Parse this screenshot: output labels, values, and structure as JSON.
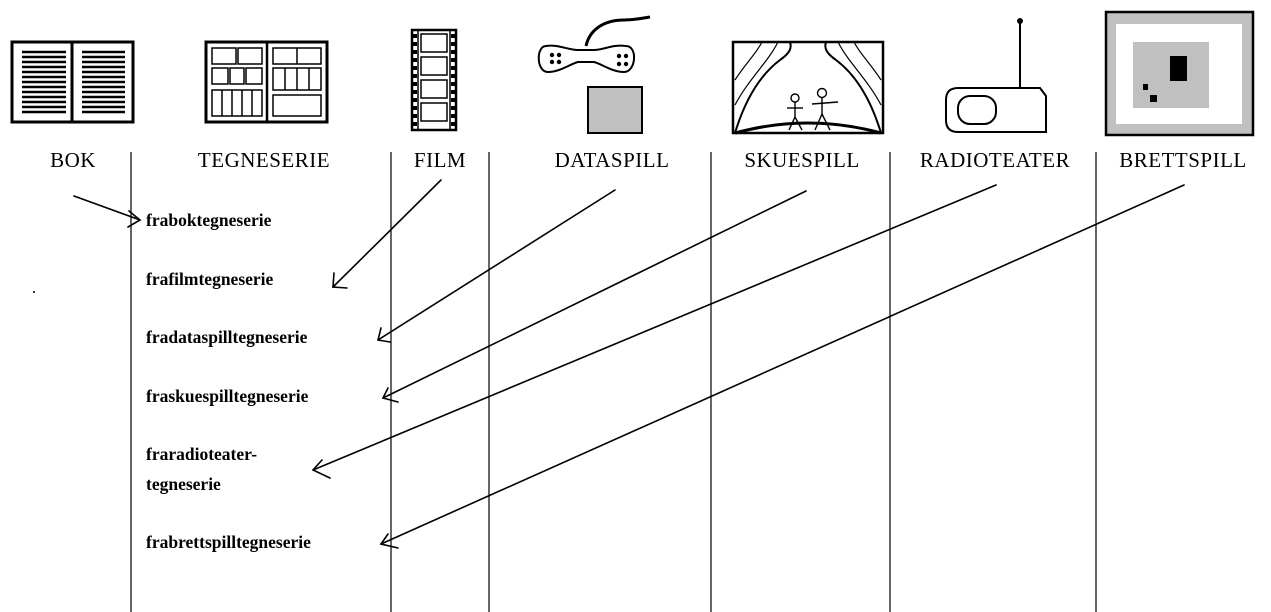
{
  "colors": {
    "stroke": "#000000",
    "fill_gray": "#c0c0c0",
    "background": "#ffffff"
  },
  "media": [
    {
      "label": "BOK",
      "icon": "book-icon"
    },
    {
      "label": "TEGNESERIE",
      "icon": "comic-panels-icon"
    },
    {
      "label": "FILM",
      "icon": "film-strip-icon"
    },
    {
      "label": "DATASPILL",
      "icon": "game-controller-icon"
    },
    {
      "label": "SKUESPILL",
      "icon": "theater-stage-icon"
    },
    {
      "label": "RADIOTEATER",
      "icon": "radio-icon"
    },
    {
      "label": "BRETTSPILL",
      "icon": "board-game-icon"
    }
  ],
  "targets": [
    {
      "lines": [
        "fraboktegneserie"
      ]
    },
    {
      "lines": [
        "frafilmtegneserie"
      ]
    },
    {
      "lines": [
        "fradataspilltegneserie"
      ]
    },
    {
      "lines": [
        "fraskuespilltegneserie"
      ]
    },
    {
      "lines": [
        "fraradioteater-",
        "tegneserie"
      ]
    },
    {
      "lines": [
        "frabrettspilltegneserie"
      ]
    }
  ],
  "arrows": [
    {
      "from": "BOK",
      "to": "fraboktegneserie"
    },
    {
      "from": "FILM",
      "to": "frafilmtegneserie"
    },
    {
      "from": "DATASPILL",
      "to": "fradataspilltegneserie"
    },
    {
      "from": "SKUESPILL",
      "to": "fraskuespilltegneserie"
    },
    {
      "from": "RADIOTEATER",
      "to": "fraradioteater-tegneserie"
    },
    {
      "from": "BRETTSPILL",
      "to": "frabrettspilltegneserie"
    }
  ]
}
